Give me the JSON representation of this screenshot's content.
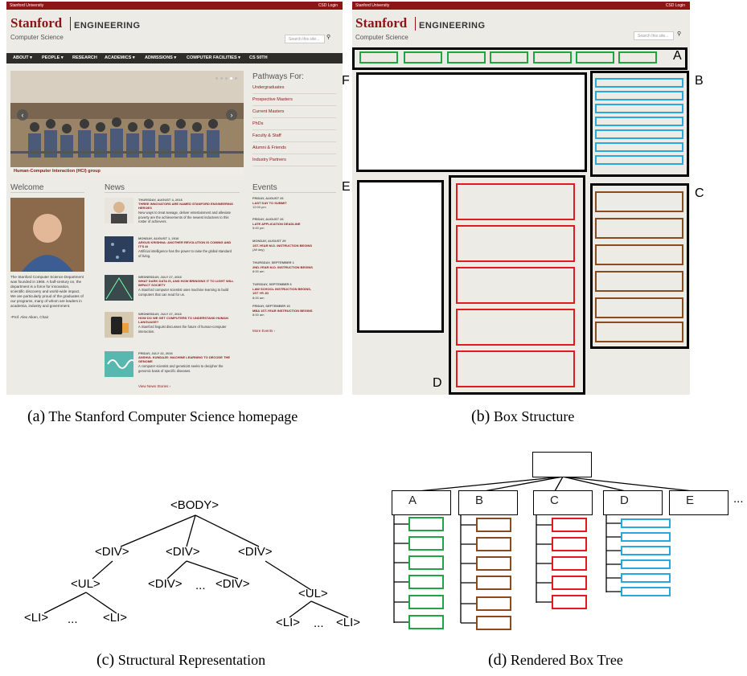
{
  "screenshot_a": {
    "topbar": {
      "left": "Stanford University",
      "right": "CSD Login"
    },
    "brand": {
      "name": "Stanford",
      "engineering": "ENGINEERING",
      "dept": "Computer Science"
    },
    "search": {
      "placeholder": "Search this site..."
    },
    "nav": [
      "ABOUT ▾",
      "PEOPLE ▾",
      "RESEARCH",
      "ACADEMICS ▾",
      "ADMISSIONS ▾",
      "COMPUTER FACILITIES ▾",
      "CS 50TH"
    ],
    "hero_caption": "Human-Computer Interaction (HCI) group",
    "pathways": {
      "title": "Pathways For:",
      "items": [
        "Undergraduates",
        "Prospective Masters",
        "Current Masters",
        "PhDs",
        "Faculty & Staff",
        "Alumni & Friends",
        "Industry Partners"
      ]
    },
    "welcome": {
      "title": "Welcome",
      "text": "The Stanford Computer Science Department was founded in 1965. A half-century on, the department is a force for innovation, scientific discovery and world-wide impact. We are particularly proud of the graduates of our programs, many of whom are leaders in academia, industry and government.",
      "sign": "-Prof. Alex Aiken, Chair"
    },
    "news": {
      "title": "News",
      "items": [
        {
          "date": "THURSDAY, AUGUST 4, 2016",
          "title": "THREE INNOVATORS ARE NAMED STANFORD ENGINEERING HEROES",
          "body": "New ways to treat sewage, deliver entertainment and alleviate poverty are the achievements of the newest inductees to this roster of achievers."
        },
        {
          "date": "MONDAY, AUGUST 1, 2016",
          "title": "ARGUS KRISHNA: ANOTHER REVOLUTION IS COMING AND IT'S AI",
          "body": "Artificial intelligence has the power to raise the global standard of living."
        },
        {
          "date": "WEDNESDAY, JULY 27, 2016",
          "title": "WHAT DARK DATA IS, AND HOW BRINGING IT TO LIGHT WILL IMPACT SOCIETY",
          "body": "A Stanford computer scientist uses machine learning to build computers that can read for us."
        },
        {
          "date": "WEDNESDAY, JULY 27, 2016",
          "title": "HOW DO WE GET COMPUTERS TO UNDERSTAND HUMAN LANGUAGE?",
          "body": "A Stanford linguist discusses the future of human-computer interaction."
        },
        {
          "date": "FRIDAY, JULY 22, 2016",
          "title": "ANSHUL KUNDAJE: MACHINE LEARNING TO DECODE THE GENOME",
          "body": "A computer scientist and geneticist seeks to decipher the genomic basis of specific diseases."
        }
      ],
      "more": "View News Stories ›"
    },
    "events": {
      "title": "Events",
      "items": [
        {
          "date": "FRIDAY, AUGUST 26",
          "title": "LAST DAY TO SUBMIT",
          "time": "12:00 pm"
        },
        {
          "date": "FRIDAY, AUGUST 26",
          "title": "LATE APPLICATION DEADLINE",
          "time": "5:00 pm"
        },
        {
          "date": "MONDAY, AUGUST 29",
          "title": "1ST-YEAR M.D. INSTRUCTION BEGINS",
          "time": "(All day)"
        },
        {
          "date": "THURSDAY, SEPTEMBER 1",
          "title": "2ND-YEAR M.D. INSTRUCTION BEGINS",
          "time": "8:00 am"
        },
        {
          "date": "TUESDAY, SEPTEMBER 6",
          "title": "LAW SCHOOL INSTRUCTION BEGINS, 1ST YR JD",
          "time": "8:00 am"
        },
        {
          "date": "FRIDAY, SEPTEMBER 16",
          "title": "MBA 1ST-YEAR INSTRUCTION BEGINS",
          "time": "8:00 am"
        }
      ],
      "more": "More Events ›"
    }
  },
  "screenshot_b": {
    "topbar": {
      "left": "Stanford University",
      "right": "CSD Login"
    },
    "brand": {
      "name": "Stanford",
      "engineering": "ENGINEERING",
      "dept": "Computer Science"
    },
    "search": {
      "placeholder": "Search this site..."
    },
    "labels": {
      "A": "A",
      "B": "B",
      "C": "C",
      "D": "D",
      "E": "E",
      "F": "F"
    }
  },
  "tree_c": {
    "root": "<BODY>",
    "div1": "<DIV>",
    "div2": "<DIV>",
    "div3": "<DIV>",
    "ul1": "<UL>",
    "ul2": "<UL>",
    "li": "<LI>",
    "dots": "...",
    "div": "<DIV>"
  },
  "tree_d": {
    "nodes": [
      "A",
      "B",
      "C",
      "D",
      "E"
    ],
    "ellipsis": "..."
  },
  "captions": {
    "a": {
      "prefix": "(a)",
      "text": "The Stanford Computer Science homepage"
    },
    "b": {
      "prefix": "(b)",
      "text": "Box Structure"
    },
    "c": {
      "prefix": "(c)",
      "text": "Structural Representation"
    },
    "d": {
      "prefix": "(d)",
      "text": "Rendered Box Tree"
    }
  },
  "colors": {
    "stanford_red": "#8c1515",
    "green": "#1fa543",
    "blue": "#2aa7dd",
    "red": "#e01b1b",
    "brown": "#8b4a1c"
  }
}
